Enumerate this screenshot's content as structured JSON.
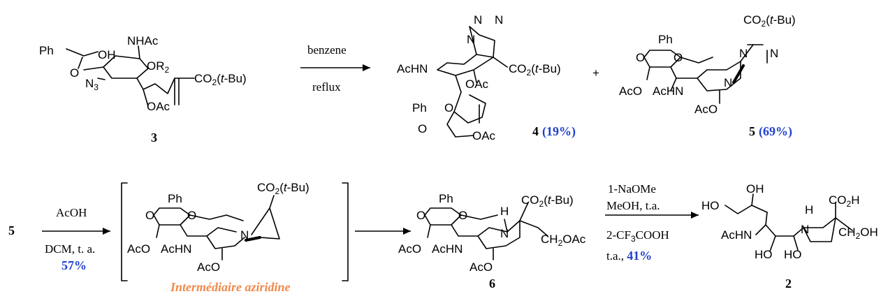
{
  "reaction1": {
    "compound3": {
      "number": "3",
      "labels": {
        "ph": "Ph",
        "oh": "OH",
        "o": "O",
        "n3": "N",
        "n3_sub": "3",
        "nhac": "NHAc",
        "or2": "OR",
        "or2_sub": "2",
        "oac": "OAc",
        "co2": "CO",
        "co2_sub": "2",
        "tbu_open": "(",
        "tbu_t": "t",
        "tbu_rest": "-Bu)"
      }
    },
    "arrow": {
      "above": "benzene",
      "below": "reflux"
    },
    "compound4": {
      "number": "4",
      "yield": "(19%)",
      "labels": {
        "n1": "N",
        "n2": "N",
        "n3": "N",
        "achn": "AcHN",
        "co2": "CO",
        "co2_sub": "2",
        "tbu_open": "(",
        "tbu_t": "t",
        "tbu_rest": "-Bu)",
        "oac1": "OAc",
        "ph": "Ph",
        "o1": "O",
        "o2": "O",
        "oac2": "OAc"
      }
    },
    "plus": "+",
    "compound5": {
      "number": "5",
      "yield": "(69%)",
      "labels": {
        "co2": "CO",
        "co2_sub": "2",
        "tbu_open": "(",
        "tbu_t": "t",
        "tbu_rest": "-Bu)",
        "ph": "Ph",
        "o1": "O",
        "o2": "O",
        "n1": "N",
        "n2": "N",
        "n3": "N",
        "aco1": "AcO",
        "achn": "AcHN",
        "aco2": "AcO"
      }
    }
  },
  "reaction2": {
    "start_label": "5",
    "arrow": {
      "above": "AcOH",
      "below": "DCM, t. a.",
      "yield": "57%"
    },
    "intermediate": {
      "caption": "Intermédiaire aziridine",
      "labels": {
        "ph": "Ph",
        "o1": "O",
        "o2": "O",
        "co2": "CO",
        "co2_sub": "2",
        "tbu_open": "(",
        "tbu_t": "t",
        "tbu_rest": "-Bu)",
        "aco1": "AcO",
        "achn": "AcHN",
        "n": "N",
        "aco2": "AcO"
      }
    },
    "compound6": {
      "number": "6",
      "labels": {
        "ph": "Ph",
        "o1": "O",
        "o2": "O",
        "h": "H",
        "n": "N",
        "co2": "CO",
        "co2_sub": "2",
        "tbu_open": "(",
        "tbu_t": "t",
        "tbu_rest": "-Bu)",
        "aco1": "AcO",
        "achn": "AcHN",
        "ch2oac": "CH",
        "ch2oac_sub": "2",
        "ch2oac_rest": "OAc",
        "aco2": "AcO"
      }
    },
    "arrow2": {
      "line1": "1-NaOMe",
      "line2": "MeOH, t.a.",
      "line3_pre": "2-CF",
      "line3_sub": "3",
      "line3_post": "COOH",
      "line4_pre": "t.a., ",
      "line4_yield": "41%"
    },
    "compound2": {
      "number": "2",
      "labels": {
        "ho1": "HO",
        "oh": "OH",
        "h": "H",
        "n": "N",
        "co2h": "CO",
        "co2h_sub": "2",
        "co2h_h": "H",
        "achn": "AcHN",
        "ho2": "HO",
        "ho3": "HO",
        "ch2oh": "CH",
        "ch2oh_sub": "2",
        "ch2oh_rest": "OH"
      }
    }
  }
}
